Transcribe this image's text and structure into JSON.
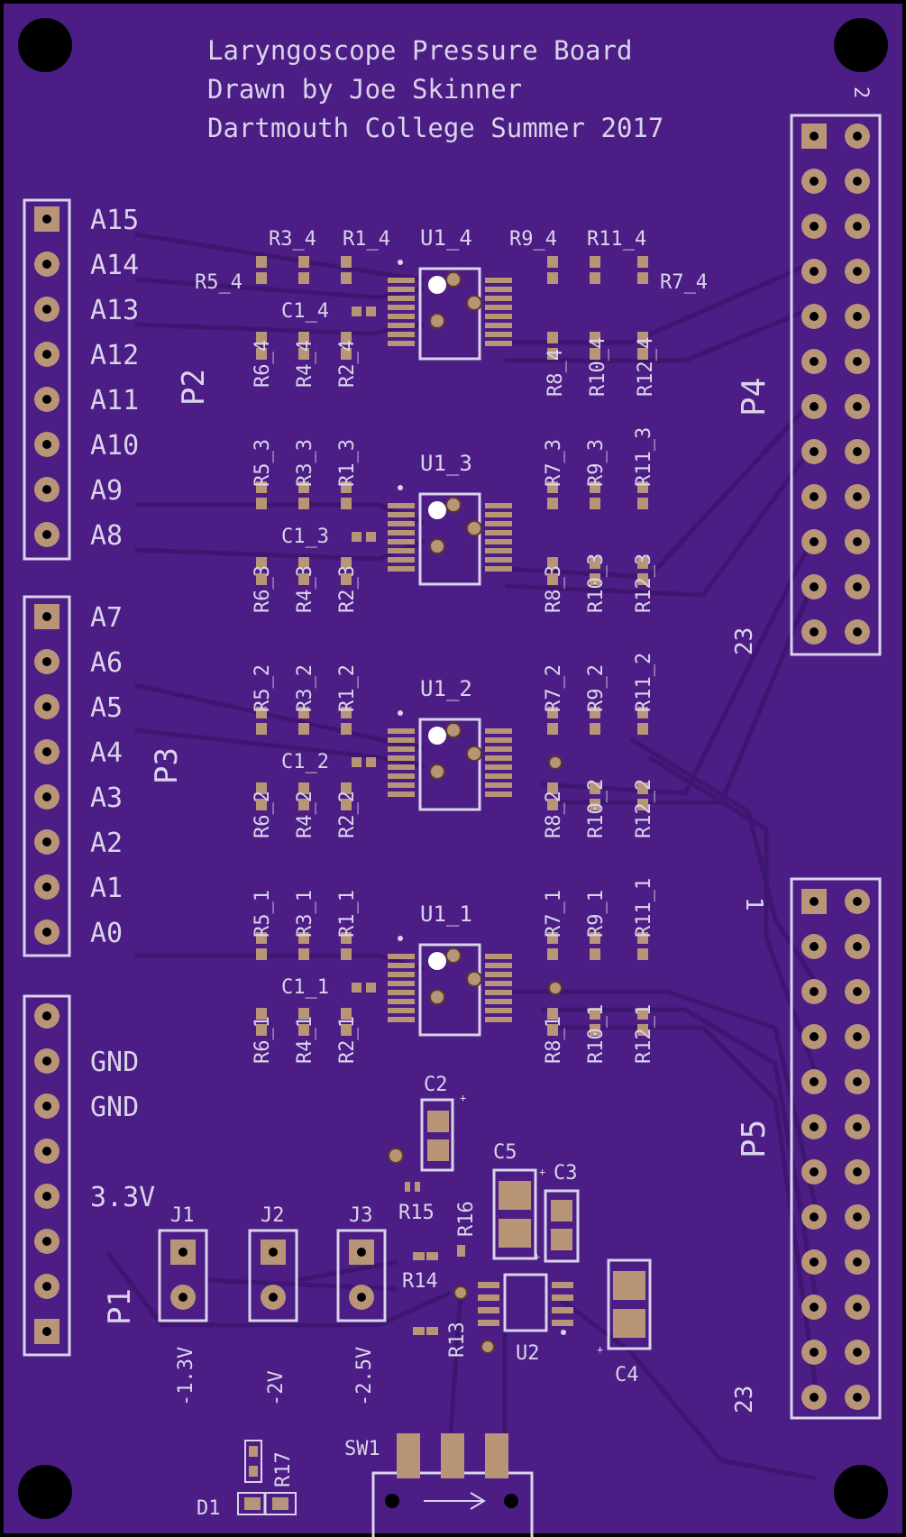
{
  "title": {
    "line1": "Laryngoscope Pressure Board",
    "line2": "Drawn by Joe Skinner",
    "line3": "Dartmouth College Summer 2017"
  },
  "colors": {
    "board": "#4b1d85",
    "trace": "#3c1670",
    "silk": "#d9d4ea",
    "pad": "#b89577",
    "hole": "#000000"
  },
  "connectors": {
    "P2": {
      "name": "P2",
      "pins": [
        "A15",
        "A14",
        "A13",
        "A12",
        "A11",
        "A10",
        "A9",
        "A8"
      ]
    },
    "P3": {
      "name": "P3",
      "pins": [
        "A7",
        "A6",
        "A5",
        "A4",
        "A3",
        "A2",
        "A1",
        "A0"
      ]
    },
    "P1": {
      "name": "P1",
      "pins": [
        "",
        "GND",
        "GND",
        "",
        "3.3V",
        "",
        "",
        ""
      ]
    },
    "P4": {
      "name": "P4",
      "first_label": "2",
      "last_label": "23"
    },
    "P5": {
      "name": "P5",
      "first_label": "1",
      "last_label": "23"
    }
  },
  "jumpers": [
    {
      "name": "J1",
      "label": "-1.3V"
    },
    {
      "name": "J2",
      "label": "-2V"
    },
    {
      "name": "J3",
      "label": "-2.5V"
    }
  ],
  "stages": [
    {
      "id": "4",
      "u": "U1_4",
      "c": "C1_4",
      "top": [
        "R5_4",
        "R3_4",
        "R1_4"
      ],
      "right_top": [
        "R9_4",
        "R11_4",
        "R7_4"
      ],
      "bottom": [
        "R6_4",
        "R4_4",
        "R2_4"
      ],
      "right_bottom": [
        "R8_4",
        "R10_4",
        "R12_4"
      ]
    },
    {
      "id": "3",
      "u": "U1_3",
      "c": "C1_3",
      "top": [
        "R5_3",
        "R3_3",
        "R1_3"
      ],
      "right_top": [
        "R7_3",
        "R9_3",
        "R11_3"
      ],
      "bottom": [
        "R6_3",
        "R4_3",
        "R2_3"
      ],
      "right_bottom": [
        "R8_3",
        "R10_3",
        "R12_3"
      ]
    },
    {
      "id": "2",
      "u": "U1_2",
      "c": "C1_2",
      "top": [
        "R5_2",
        "R3_2",
        "R1_2"
      ],
      "right_top": [
        "R7_2",
        "R9_2",
        "R11_2"
      ],
      "bottom": [
        "R6_2",
        "R4_2",
        "R2_2"
      ],
      "right_bottom": [
        "R8_2",
        "R10_2",
        "R12_2"
      ]
    },
    {
      "id": "1",
      "u": "U1_1",
      "c": "C1_1",
      "top": [
        "R5_1",
        "R3_1",
        "R1_1"
      ],
      "right_top": [
        "R7_1",
        "R9_1",
        "R11_1"
      ],
      "bottom": [
        "R6_1",
        "R4_1",
        "R2_1"
      ],
      "right_bottom": [
        "R8_1",
        "R10_1",
        "R12_1"
      ]
    }
  ],
  "parts": {
    "C2": "C2",
    "C3": "C3",
    "C4": "C4",
    "C5": "C5",
    "R13": "R13",
    "R14": "R14",
    "R15": "R15",
    "R16": "R16",
    "R17": "R17",
    "U2": "U2",
    "SW1": "SW1",
    "D1": "D1"
  }
}
